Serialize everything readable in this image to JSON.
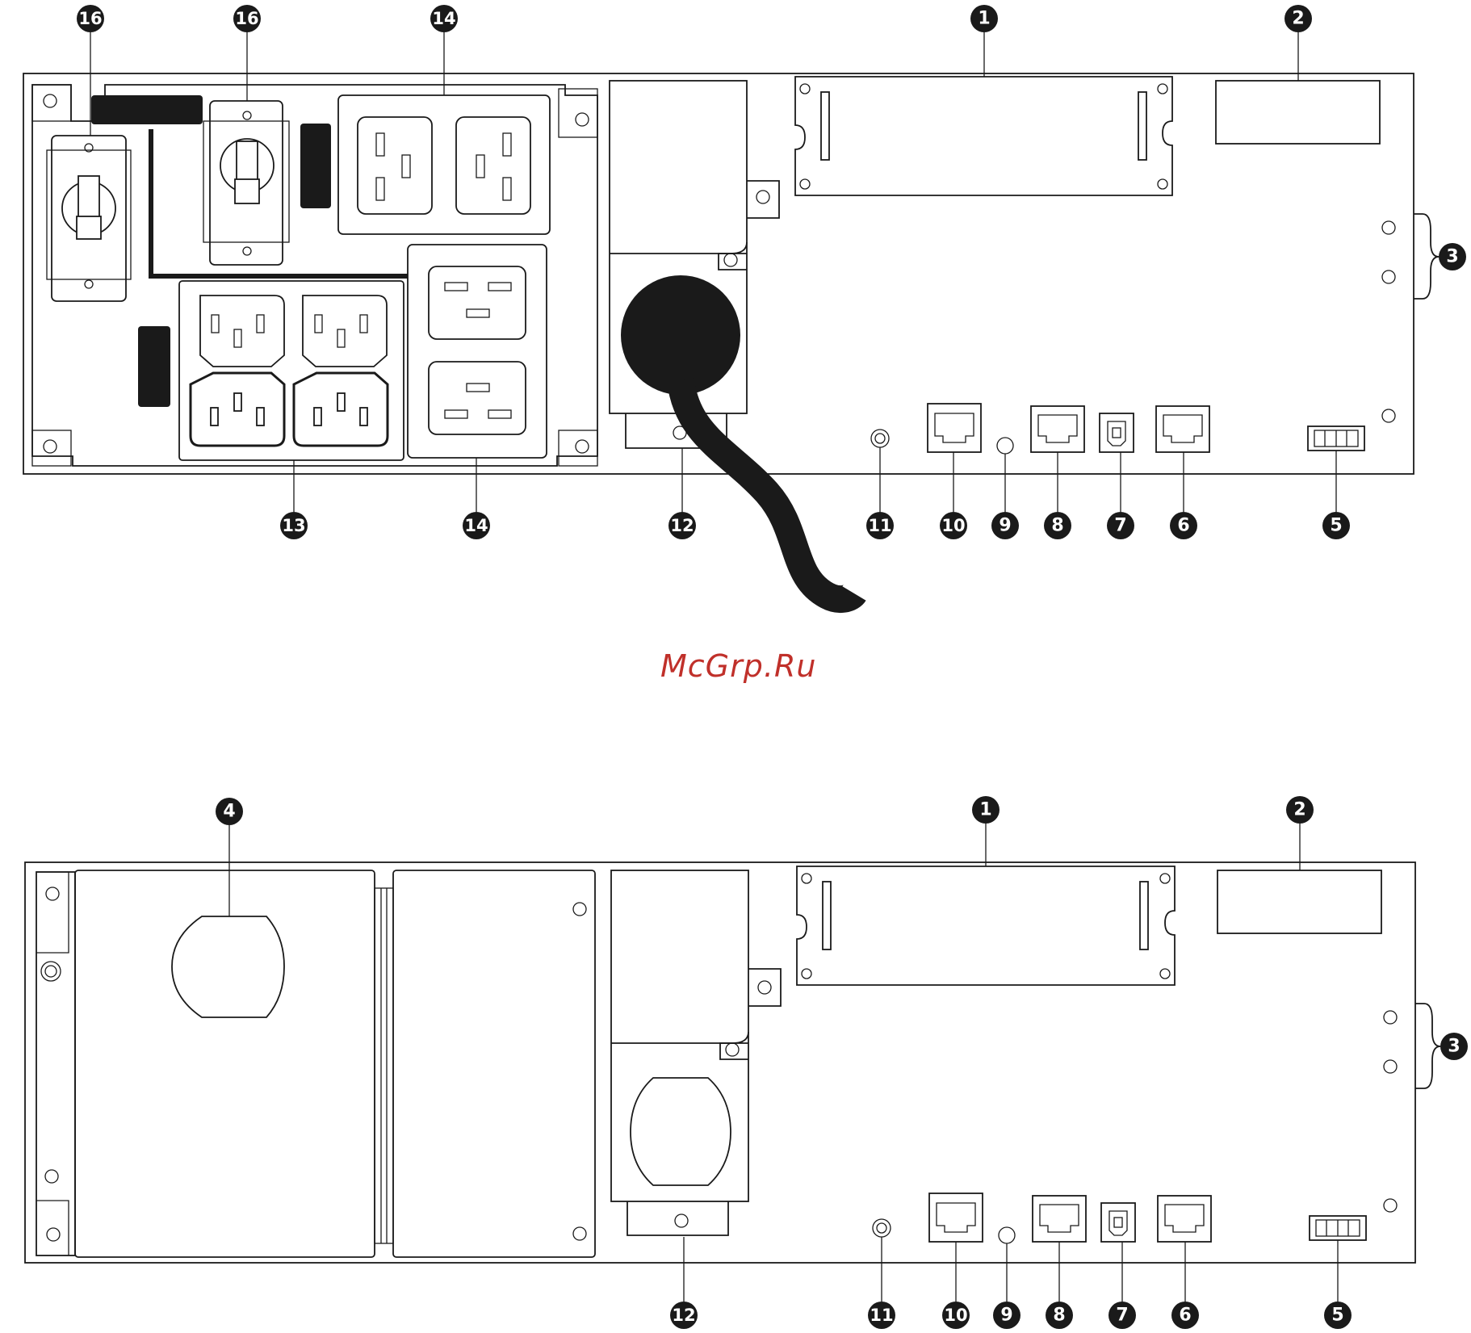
{
  "watermark": "McGrp.Ru",
  "colors": {
    "ink": "#1a1a1a",
    "watermark": "#c0302a",
    "background": "#ffffff"
  },
  "top_panel": {
    "callouts_top": [
      "16",
      "16",
      "14",
      "1",
      "2"
    ],
    "callouts_right": [
      "3"
    ],
    "callouts_bottom": [
      "13",
      "14",
      "12",
      "11",
      "10",
      "9",
      "8",
      "7",
      "6",
      "5"
    ]
  },
  "bottom_panel": {
    "callouts_top": [
      "4",
      "1",
      "2"
    ],
    "callouts_right": [
      "3"
    ],
    "callouts_bottom": [
      "12",
      "11",
      "10",
      "9",
      "8",
      "7",
      "6",
      "5"
    ]
  }
}
